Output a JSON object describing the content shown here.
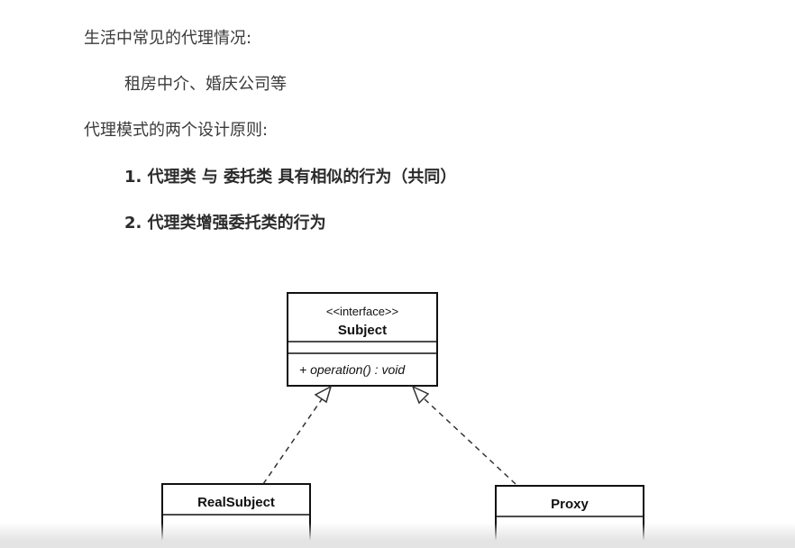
{
  "content": {
    "heading_examples": "生活中常见的代理情况:",
    "examples": "租房中介、婚庆公司等",
    "heading_principles": "代理模式的两个设计原则:",
    "principles": [
      "1. 代理类 与 委托类 具有相似的行为（共同）",
      "2. 代理类增强委托类的行为"
    ]
  },
  "diagram": {
    "interface": {
      "stereotype": "<<interface>>",
      "name": "Subject",
      "operation": "+ operation() : void"
    },
    "real_subject": {
      "name": "RealSubject"
    },
    "proxy": {
      "name": "Proxy"
    }
  }
}
